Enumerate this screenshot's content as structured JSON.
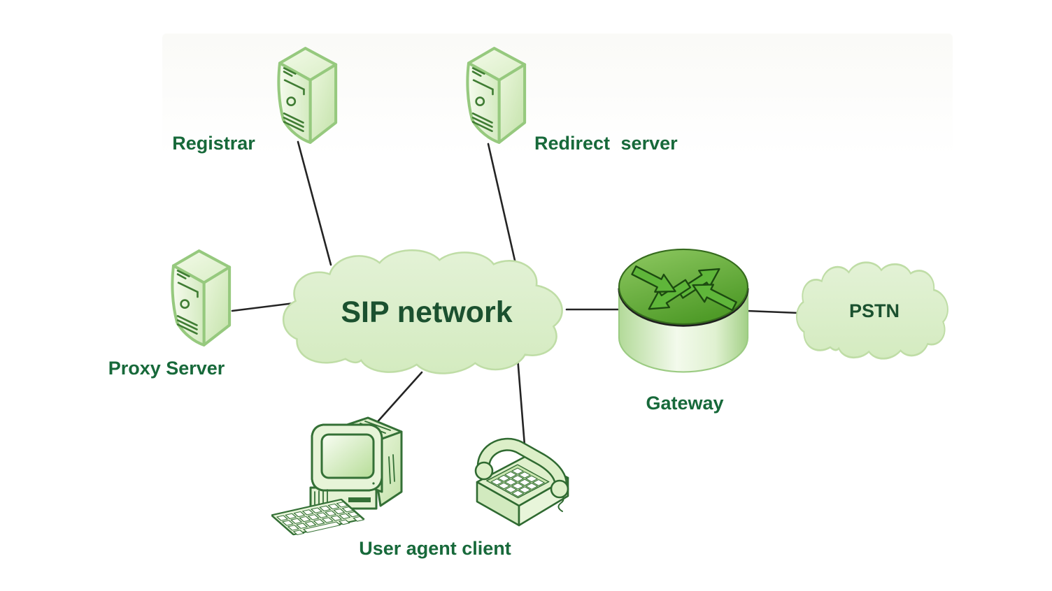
{
  "diagram": {
    "title": "SIP network architecture diagram",
    "nodes": {
      "registrar": {
        "label": "Registrar",
        "icon": "server-icon"
      },
      "redirect_server": {
        "label": "Redirect server",
        "icon": "server-icon"
      },
      "proxy_server": {
        "label": "Proxy Server",
        "icon": "server-icon"
      },
      "sip_network": {
        "label": "SIP network",
        "icon": "cloud-icon"
      },
      "gateway": {
        "label": "Gateway",
        "icon": "router-icon"
      },
      "pstn": {
        "label": "PSTN",
        "icon": "cloud-icon"
      },
      "user_agent_client": {
        "label": "User agent client",
        "icons": [
          "desktop-computer-icon",
          "telephone-icon"
        ]
      }
    },
    "edges": [
      {
        "from": "registrar",
        "to": "sip_network"
      },
      {
        "from": "redirect_server",
        "to": "sip_network"
      },
      {
        "from": "proxy_server",
        "to": "sip_network"
      },
      {
        "from": "sip_network",
        "to": "gateway"
      },
      {
        "from": "sip_network",
        "to": "user_agent_client_computer"
      },
      {
        "from": "sip_network",
        "to": "user_agent_client_phone"
      },
      {
        "from": "gateway",
        "to": "pstn"
      }
    ],
    "colors": {
      "label_text": "#17693a",
      "cloud_text": "#1b512f",
      "cloud_fill": "#dcefca",
      "cloud_border": "#bfdda6",
      "icon_outline": "#96c97e",
      "icon_detail": "#3f7c33",
      "router_top_green": "#55a02c",
      "connector_line": "#242424"
    }
  }
}
